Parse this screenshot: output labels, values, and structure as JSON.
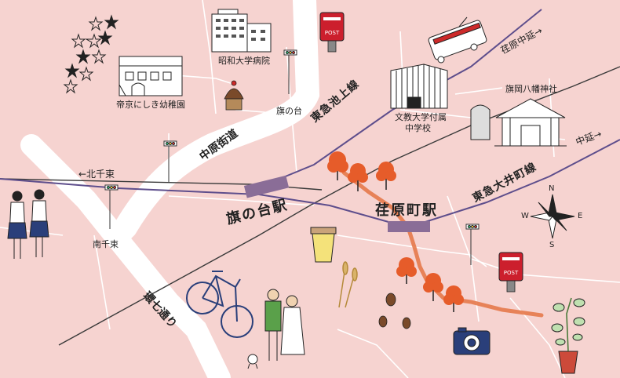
{
  "map": {
    "title": "",
    "colors": {
      "background": "#f6d3d0",
      "main_road": "#ffffff",
      "railway": "#5e4e8c",
      "station": "#8a6d97",
      "lines": "#3a3a3a",
      "walk_route": "#e6794a",
      "autumn_tree": "#e65c2a",
      "post_box": "#cc1f2d"
    },
    "stations": [
      {
        "name": "旗の台駅"
      },
      {
        "name": "荏原町駅"
      }
    ],
    "railways": [
      {
        "name": "東急池上線"
      },
      {
        "name": "東急大井町線"
      }
    ],
    "roads": [
      {
        "name": "中原街道"
      },
      {
        "name": "環七通り"
      }
    ],
    "directions": [
      {
        "name": "←北千束"
      },
      {
        "name": "荏原中延→"
      },
      {
        "name": "中延→"
      }
    ],
    "landmarks": [
      {
        "name": "昭和大学病院",
        "icon": "hospital-building-icon"
      },
      {
        "name": "帝京にしき幼稚園",
        "icon": "kindergarten-building-icon"
      },
      {
        "name": "文教大学付属",
        "name2": "中学校",
        "icon": "school-building-icon"
      },
      {
        "name": "旗岡八幡神社",
        "icon": "shrine-icon"
      }
    ],
    "intersections": [
      {
        "name": "旗の台"
      },
      {
        "name": "南千束"
      }
    ],
    "compass": {
      "n": "N",
      "s": "S",
      "e": "E",
      "w": "W"
    },
    "post_box_text": "〒 POST"
  }
}
